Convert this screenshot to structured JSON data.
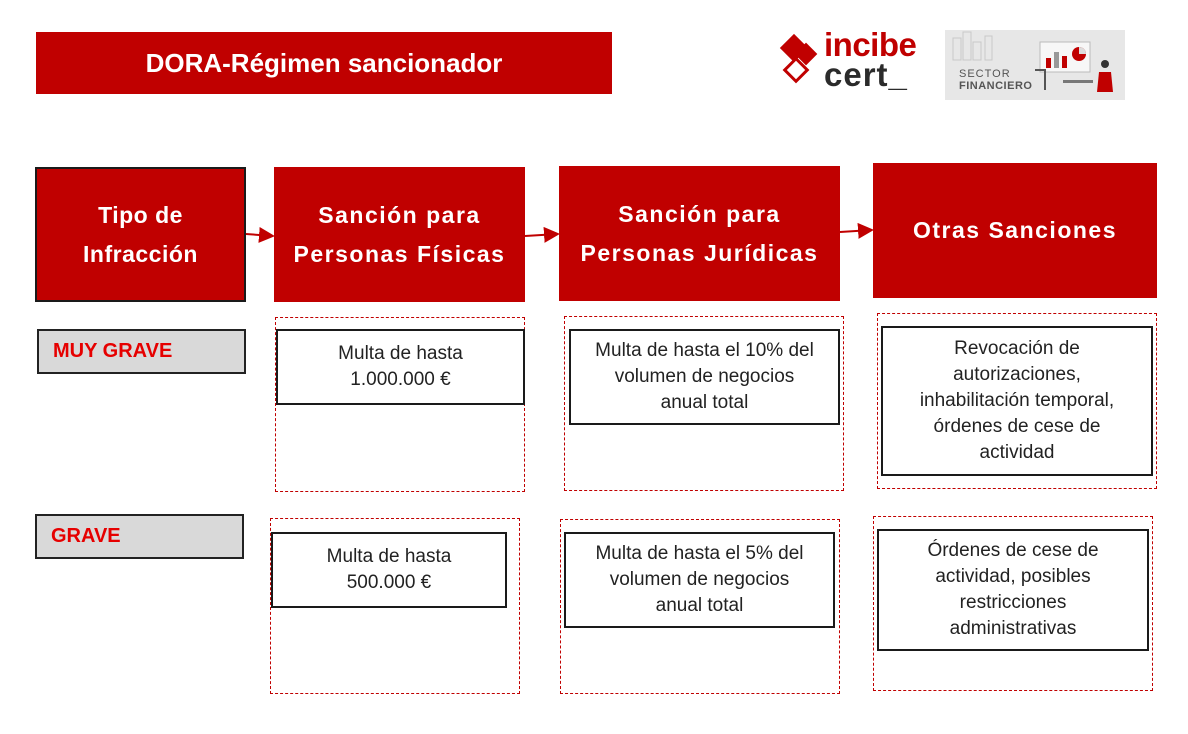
{
  "title": "DORA-Régimen sancionador",
  "logos": {
    "incibe_word": "incibe",
    "cert_word": "cert_",
    "sector_line1": "SECTOR",
    "sector_line2": "FINANCIERO"
  },
  "headers": {
    "tipo": [
      "Tipo de",
      "Infracción"
    ],
    "fisicas": [
      "Sanción para",
      "Personas Físicas"
    ],
    "juridicas": [
      "Sanción para",
      "Personas Jurídicas"
    ],
    "otras": "Otras Sanciones"
  },
  "rows": {
    "muy_grave": {
      "label": "MUY GRAVE",
      "fisicas": [
        "Multa de hasta",
        "1.000.000 €"
      ],
      "juridicas": [
        "Multa de hasta el 10% del",
        "volumen de negocios",
        "anual total"
      ],
      "otras": [
        "Revocación de",
        "autorizaciones,",
        "inhabilitación temporal,",
        "órdenes de cese de",
        "actividad"
      ]
    },
    "grave": {
      "label": "GRAVE",
      "fisicas": [
        "Multa de hasta",
        "500.000 €"
      ],
      "juridicas": [
        "Multa de hasta el 5% del",
        "volumen de negocios",
        "anual total"
      ],
      "otras": [
        "Órdenes de cese de",
        "actividad, posibles",
        "restricciones",
        "administrativas"
      ]
    }
  },
  "colors": {
    "accent": "#c00000",
    "severity_text": "#e60000",
    "severity_bg": "#d9d9d9"
  }
}
